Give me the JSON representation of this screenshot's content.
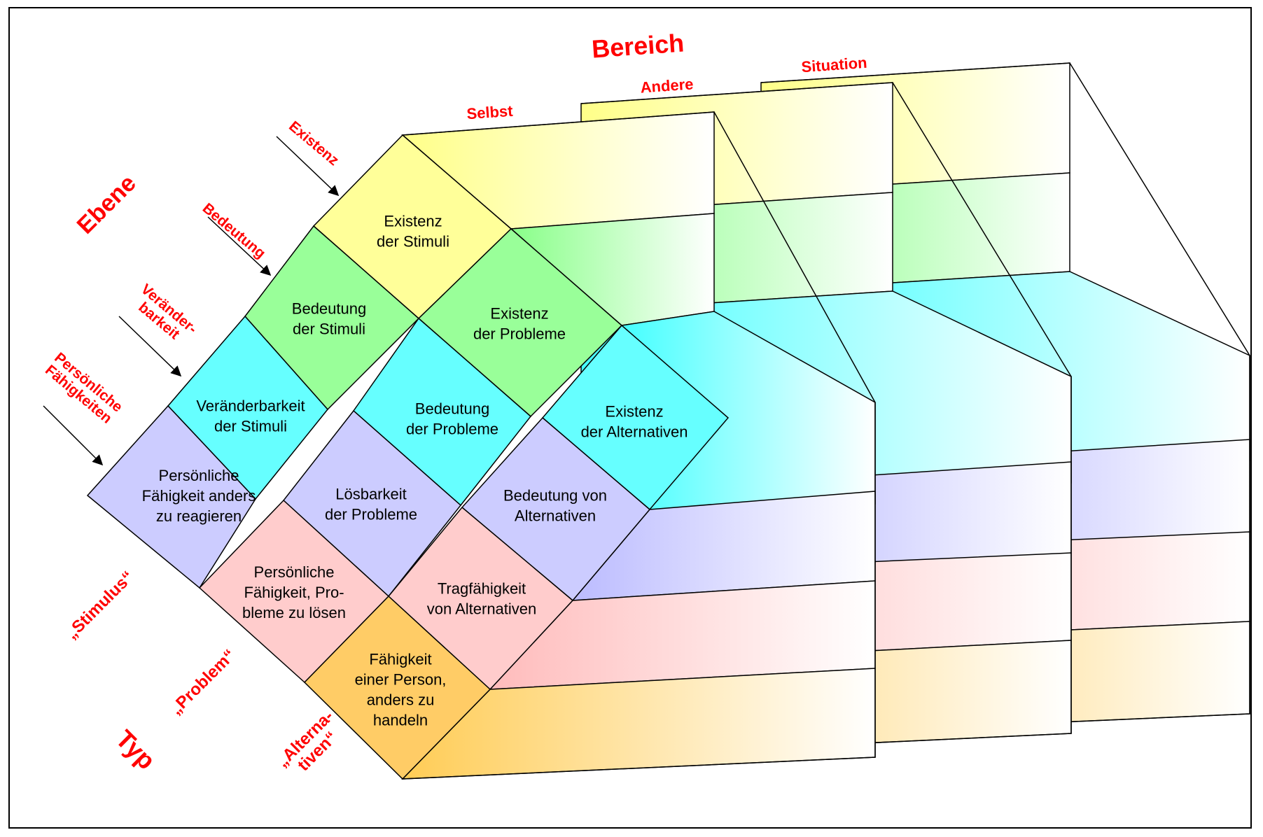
{
  "titles": {
    "bereich": "Bereich",
    "ebene": "Ebene",
    "typ": "Typ"
  },
  "bereich_labels": [
    "Selbst",
    "Andere",
    "Situation"
  ],
  "ebene_labels": [
    {
      "lines": [
        "Existenz"
      ]
    },
    {
      "lines": [
        "Bedeutung"
      ]
    },
    {
      "lines": [
        "Veränder-",
        "barkeit"
      ]
    },
    {
      "lines": [
        "Persönliche",
        "Fähigkeiten"
      ]
    }
  ],
  "typ_labels": [
    {
      "lines": [
        "„Stimulus“"
      ]
    },
    {
      "lines": [
        "„Problem“"
      ]
    },
    {
      "lines": [
        "„Alterna-",
        "tiven“"
      ]
    }
  ],
  "cells": [
    {
      "lines": [
        "Existenz",
        "der Stimuli"
      ]
    },
    {
      "lines": [
        "Bedeutung",
        "der Stimuli"
      ]
    },
    {
      "lines": [
        "Existenz",
        "der Probleme"
      ]
    },
    {
      "lines": [
        "Veränderbarkeit",
        "der Stimuli"
      ]
    },
    {
      "lines": [
        "Bedeutung",
        "der Probleme"
      ]
    },
    {
      "lines": [
        "Existenz",
        "der Alternativen"
      ]
    },
    {
      "lines": [
        "Persönliche",
        "Fähigkeit anders",
        "zu reagieren"
      ]
    },
    {
      "lines": [
        "Lösbarkeit",
        "der Probleme"
      ]
    },
    {
      "lines": [
        "Bedeutung von",
        "Alternativen"
      ]
    },
    {
      "lines": [
        "Persönliche",
        "Fähigkeit, Pro-",
        "bleme zu lösen"
      ]
    },
    {
      "lines": [
        "Tragfähigkeit",
        "von Alternativen"
      ]
    },
    {
      "lines": [
        "Fähigkeit",
        "einer Person,",
        "anders zu",
        "handeln"
      ]
    }
  ],
  "colors": {
    "existenz": "#ffff99",
    "bedeutung": "#99ff99",
    "veraenderbarkeit": "#66ffff",
    "faehigkeiten": "#ccccff",
    "problem": "#ffcccc",
    "alternativen": "#ffcc66",
    "label": "#ff0000"
  }
}
